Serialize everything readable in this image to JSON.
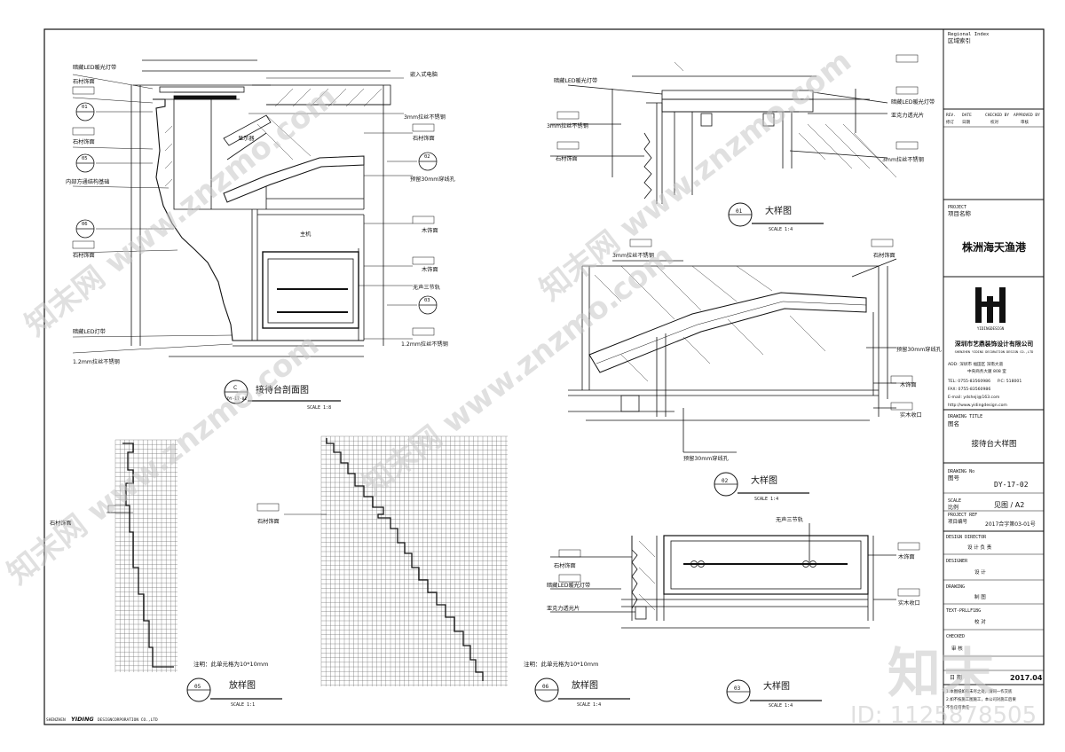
{
  "colors": {
    "line": "#111111",
    "grid": "#555555",
    "watermark": "#c8c8c8"
  },
  "title_block": {
    "regional_index_en": "Regional Index",
    "regional_index_cn": "区域索引",
    "rev_headers": [
      "REV.",
      "DATE",
      "CHECKED BY",
      "APPROVED BY"
    ],
    "rev_headers_cn": [
      "修订",
      "日期",
      "校对",
      "审核"
    ],
    "project_label_en": "PROJECT",
    "project_label_cn": "项目名称",
    "project_name": "株洲海天渔港",
    "logo_caption": "YIDINGDESIGN",
    "company_cn": "深圳市艺鼎装饰设计有限公司",
    "company_en": "SHENZHEN YIDING DECORATION DESIGN CO.,LTD",
    "add": "ADD: 深圳市 福田区 深南大道",
    "add2": "中央商务大厦 808 室",
    "tel": "TEL: 0755-83560986",
    "pc": "P.C: 518001",
    "fax": "FAX: 0755-83560986",
    "email": "E-mail: ydsheji@163.com",
    "http": "http://www.yidingdesign.com",
    "drawing_title_en": "DRAWING TITLE",
    "drawing_title_cn": "图名",
    "drawing_title": "接待台大样图",
    "drawing_no_en": "DRAWING No",
    "drawing_no_cn": "图号",
    "drawing_no": "DY-17-02",
    "scale_en": "SCALE",
    "scale_cn": "比例",
    "scale_value": "见图 / A2",
    "project_ref_en": "PROJECT REF",
    "project_ref_cn": "项目编号",
    "project_ref": "2017合字第03-01号",
    "design_director": "DESIGN DIRECTOR",
    "design_director_cn": "设 计 负 责",
    "designer": "DESIGNER",
    "designer_cn": "设 计",
    "drawing": "DRAWING",
    "drawing_cn": "制 图",
    "text_proof": "TEXT-PRLLF1BG",
    "text_proof_cn": "校 对",
    "checked": "CHECKED",
    "checked_cn": "审 核",
    "date_cn": "日 期",
    "date": "2017.04",
    "notes": [
      "1.本图纸如有未尽之处，请同一作交底",
      "2.如不按施工图施工，本公司对施工后果",
      "  不负任何责任"
    ]
  },
  "bottom_company": {
    "prefix": "SHENZHEN",
    "brand": "YIDING",
    "suffix": "DESIGNCORPORATION CO.,LTD"
  },
  "section_main": {
    "title": "接待台剖面图",
    "num_top": "C",
    "num_bottom": "DY-17-01",
    "scale": "SCALE 1:8",
    "labels_left": [
      "暗藏LED暖光灯带",
      "石材饰面",
      "石材饰面",
      "内部方通结构基础",
      "石材饰面",
      "暗藏LED灯带",
      "1.2mm拉丝不锈钢"
    ],
    "labels_right": [
      "嵌入式电脑",
      "3mm拉丝不锈钢",
      "石材饰面",
      "预留30mm穿线孔",
      "木饰面",
      "木饰面",
      "无声三节轨",
      "1.2mm拉丝不锈钢"
    ],
    "inner_labels": [
      "显示器",
      "主机"
    ],
    "callouts": [
      "01",
      "05",
      "06",
      "02",
      "03"
    ]
  },
  "detail_01": {
    "num": "01",
    "title": "大样图",
    "scale": "SCALE 1:4",
    "labels": [
      "暗藏LED暖光灯带",
      "3mm拉丝不锈钢",
      "石材饰面",
      "暗藏LED暖光灯带",
      "亚克力透光片",
      "3mm拉丝不锈钢"
    ]
  },
  "detail_02": {
    "num": "02",
    "title": "大样图",
    "scale": "SCALE 1:4",
    "labels": [
      "3mm拉丝不锈钢",
      "石材饰面",
      "预留30mm穿线孔",
      "木饰面",
      "实木收口",
      "预留30mm穿线孔"
    ]
  },
  "detail_03": {
    "num": "03",
    "title": "大样图",
    "scale": "SCALE 1:4",
    "labels": [
      "无声三节轨",
      "石材饰面",
      "暗藏LED暖光灯带",
      "亚克力透光片",
      "木饰面",
      "实木收口"
    ]
  },
  "template_05": {
    "num": "05",
    "title": "放样图",
    "scale": "SCALE 1:1",
    "label": "石材饰面",
    "note": "注明：此单元格为10*10mm"
  },
  "template_06": {
    "num": "06",
    "title": "放样图",
    "scale": "SCALE 1:4",
    "label": "石材饰面",
    "note": "注明：此单元格为10*10mm"
  },
  "watermark": {
    "text": "知末网 www.znzmo.com",
    "brand": "知末",
    "id": "ID: 1125878505"
  }
}
